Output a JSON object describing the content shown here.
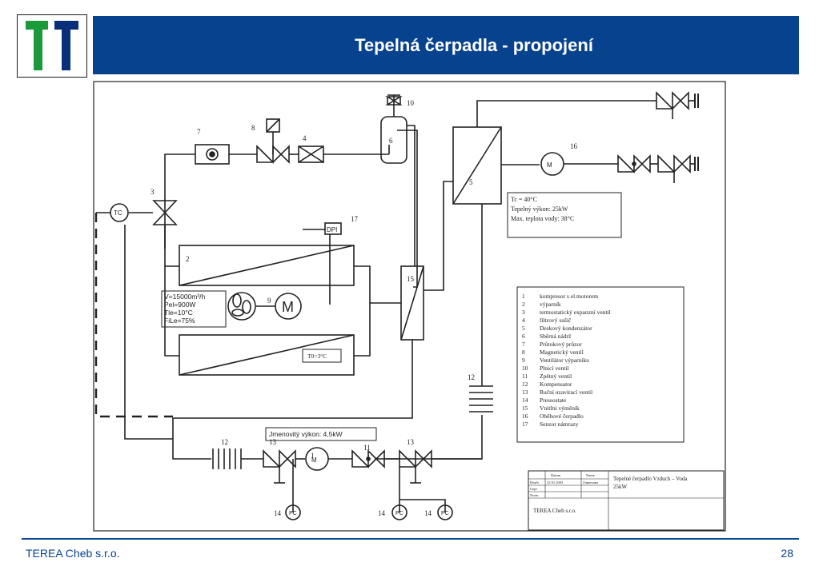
{
  "header": {
    "title": "Tepelná čerpadla - propojení"
  },
  "footer": {
    "company": "TEREA Cheb s.r.o.",
    "page_number": "28"
  },
  "colors": {
    "brand_blue": "#07428f",
    "logo_green": "#1b9a3a",
    "logo_navy": "#0a2f7a"
  },
  "diagram": {
    "labels": {
      "n1": "1",
      "n2": "2",
      "n3": "3",
      "n4": "4",
      "n5": "5",
      "n6": "6",
      "n7": "7",
      "n8": "8",
      "n9": "9",
      "n10": "10",
      "n11": "11",
      "n12a": "12",
      "n12b": "12",
      "n13a": "13",
      "n13b": "13",
      "n14a": "14",
      "n14b": "14",
      "n14c": "14",
      "n15": "15",
      "n16": "16",
      "n17": "17"
    },
    "tc_label": "TC",
    "dpi_label": "DPI",
    "pc_label": "PC",
    "motor_label": "M",
    "t0_label": "T0=3°C",
    "fan_params": [
      "V=15000m³/h",
      "Pel=900W",
      "Tle=10°C",
      "FiLe=75%"
    ],
    "condenser_info": [
      "Tc = 40°C",
      "Tepelný výkon: 25kW",
      "Max. teplota vody: 38°C"
    ],
    "rated_power": "Jmenovitý výkon: 4,5kW",
    "legend": [
      {
        "num": "1",
        "text": "kompresor s el.motorem"
      },
      {
        "num": "2",
        "text": "výparník"
      },
      {
        "num": "3",
        "text": "termostatický expanzní ventil"
      },
      {
        "num": "4",
        "text": "filtrový sušič"
      },
      {
        "num": "5",
        "text": "Deskový kondenzátor"
      },
      {
        "num": "6",
        "text": "Sběrná nádrž"
      },
      {
        "num": "7",
        "text": "Průtokový průzor"
      },
      {
        "num": "8",
        "text": "Magnetický ventil"
      },
      {
        "num": "9",
        "text": "Ventilátor výparníku"
      },
      {
        "num": "10",
        "text": "Plnicí ventil"
      },
      {
        "num": "11",
        "text": "Zpětný ventil"
      },
      {
        "num": "12",
        "text": "Kompensator"
      },
      {
        "num": "13",
        "text": "Ruční uzavírací ventil"
      },
      {
        "num": "14",
        "text": "Pressostate"
      },
      {
        "num": "15",
        "text": "Vnitřní výměník"
      },
      {
        "num": "16",
        "text": "Oběhové čerpadlo"
      },
      {
        "num": "17",
        "text": "Senzor námrazy"
      }
    ],
    "title_block": {
      "col_datum": "Datum",
      "col_name": "Name",
      "row_bearb": "Bearb",
      "row_gepr": "Gepr",
      "row_norm": "Norm",
      "bearb_date": "22.01.2003",
      "bearb_name": "Zapomana",
      "drawing_title": "Tepelné čerpadlo Vzduch – Voda",
      "drawing_power": "25kW",
      "company": "TEREA Cheb s.r.o."
    }
  }
}
